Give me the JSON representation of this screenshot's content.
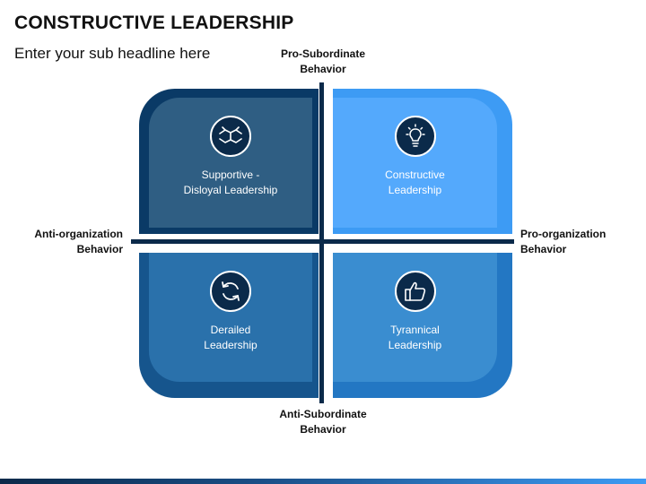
{
  "header": {
    "title": "CONSTRUCTIVE LEADERSHIP",
    "subtitle": "Enter your sub headline here"
  },
  "axes": {
    "top": "Pro-Subordinate\nBehavior",
    "bottom": "Anti-Subordinate\nBehavior",
    "left": "Anti-organization\nBehavior",
    "right": "Pro-organization\nBehavior"
  },
  "quadrants": {
    "top_left": {
      "label": "Supportive -\nDisloyal Leadership",
      "icon": "handshake-icon"
    },
    "top_right": {
      "label": "Constructive\nLeadership",
      "icon": "lightbulb-icon"
    },
    "bottom_left": {
      "label": "Derailed\nLeadership",
      "icon": "refresh-icon"
    },
    "bottom_right": {
      "label": "Tyrannical\nLeadership",
      "icon": "thumbs-up-icon"
    }
  },
  "colors": {
    "dark_navy": "#0b2a4a",
    "top_left": "#2f5e83",
    "top_right": "#54a9fc",
    "bottom_left": "#2a71ab",
    "bottom_right": "#3a8dd0"
  }
}
